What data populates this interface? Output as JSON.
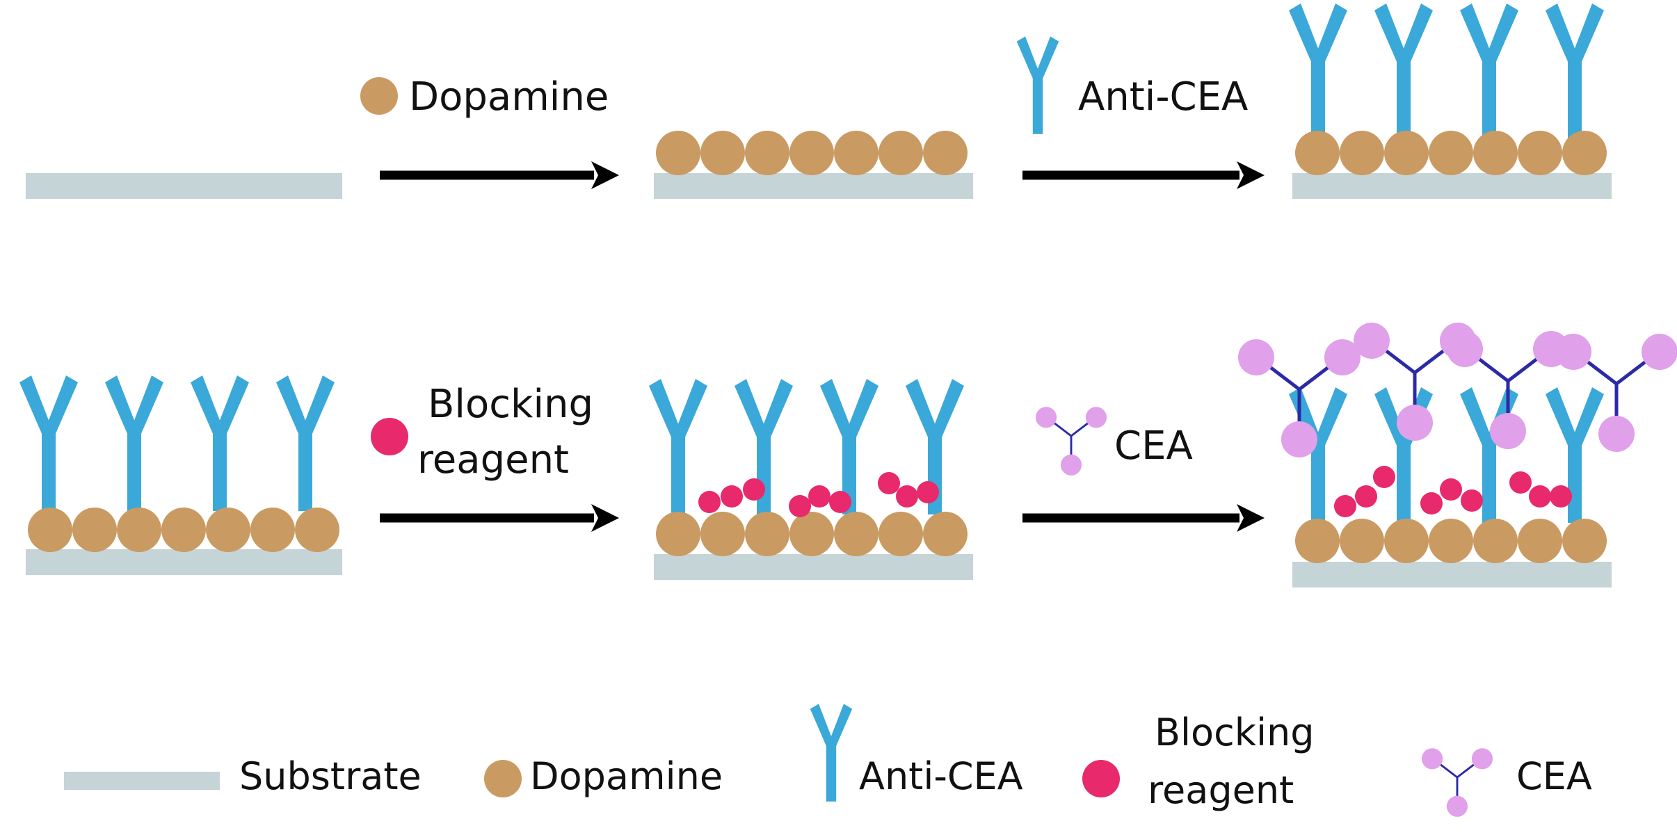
{
  "colors": {
    "substrate": "#c5d4d6",
    "dopamine": "#c99a62",
    "antibody": "#3aa8d8",
    "blocking": "#e8296b",
    "cea_ball": "#e0a0ea",
    "cea_link": "#2c2aa6",
    "arrow": "#000000"
  },
  "steps": {
    "step1": {
      "label": "Dopamine",
      "icon": "dopamine-ball"
    },
    "step2": {
      "label": "Anti-CEA",
      "icon": "antibody-y"
    },
    "step3": {
      "line1": "Blocking",
      "line2": "reagent",
      "icon": "blocking-ball"
    },
    "step4": {
      "label": "CEA",
      "icon": "cea-trimer"
    }
  },
  "legend": {
    "substrate": "Substrate",
    "dopamine": "Dopamine",
    "anti_cea": "Anti-CEA",
    "blocking_line1": "Blocking",
    "blocking_line2": "reagent",
    "cea": "CEA"
  }
}
